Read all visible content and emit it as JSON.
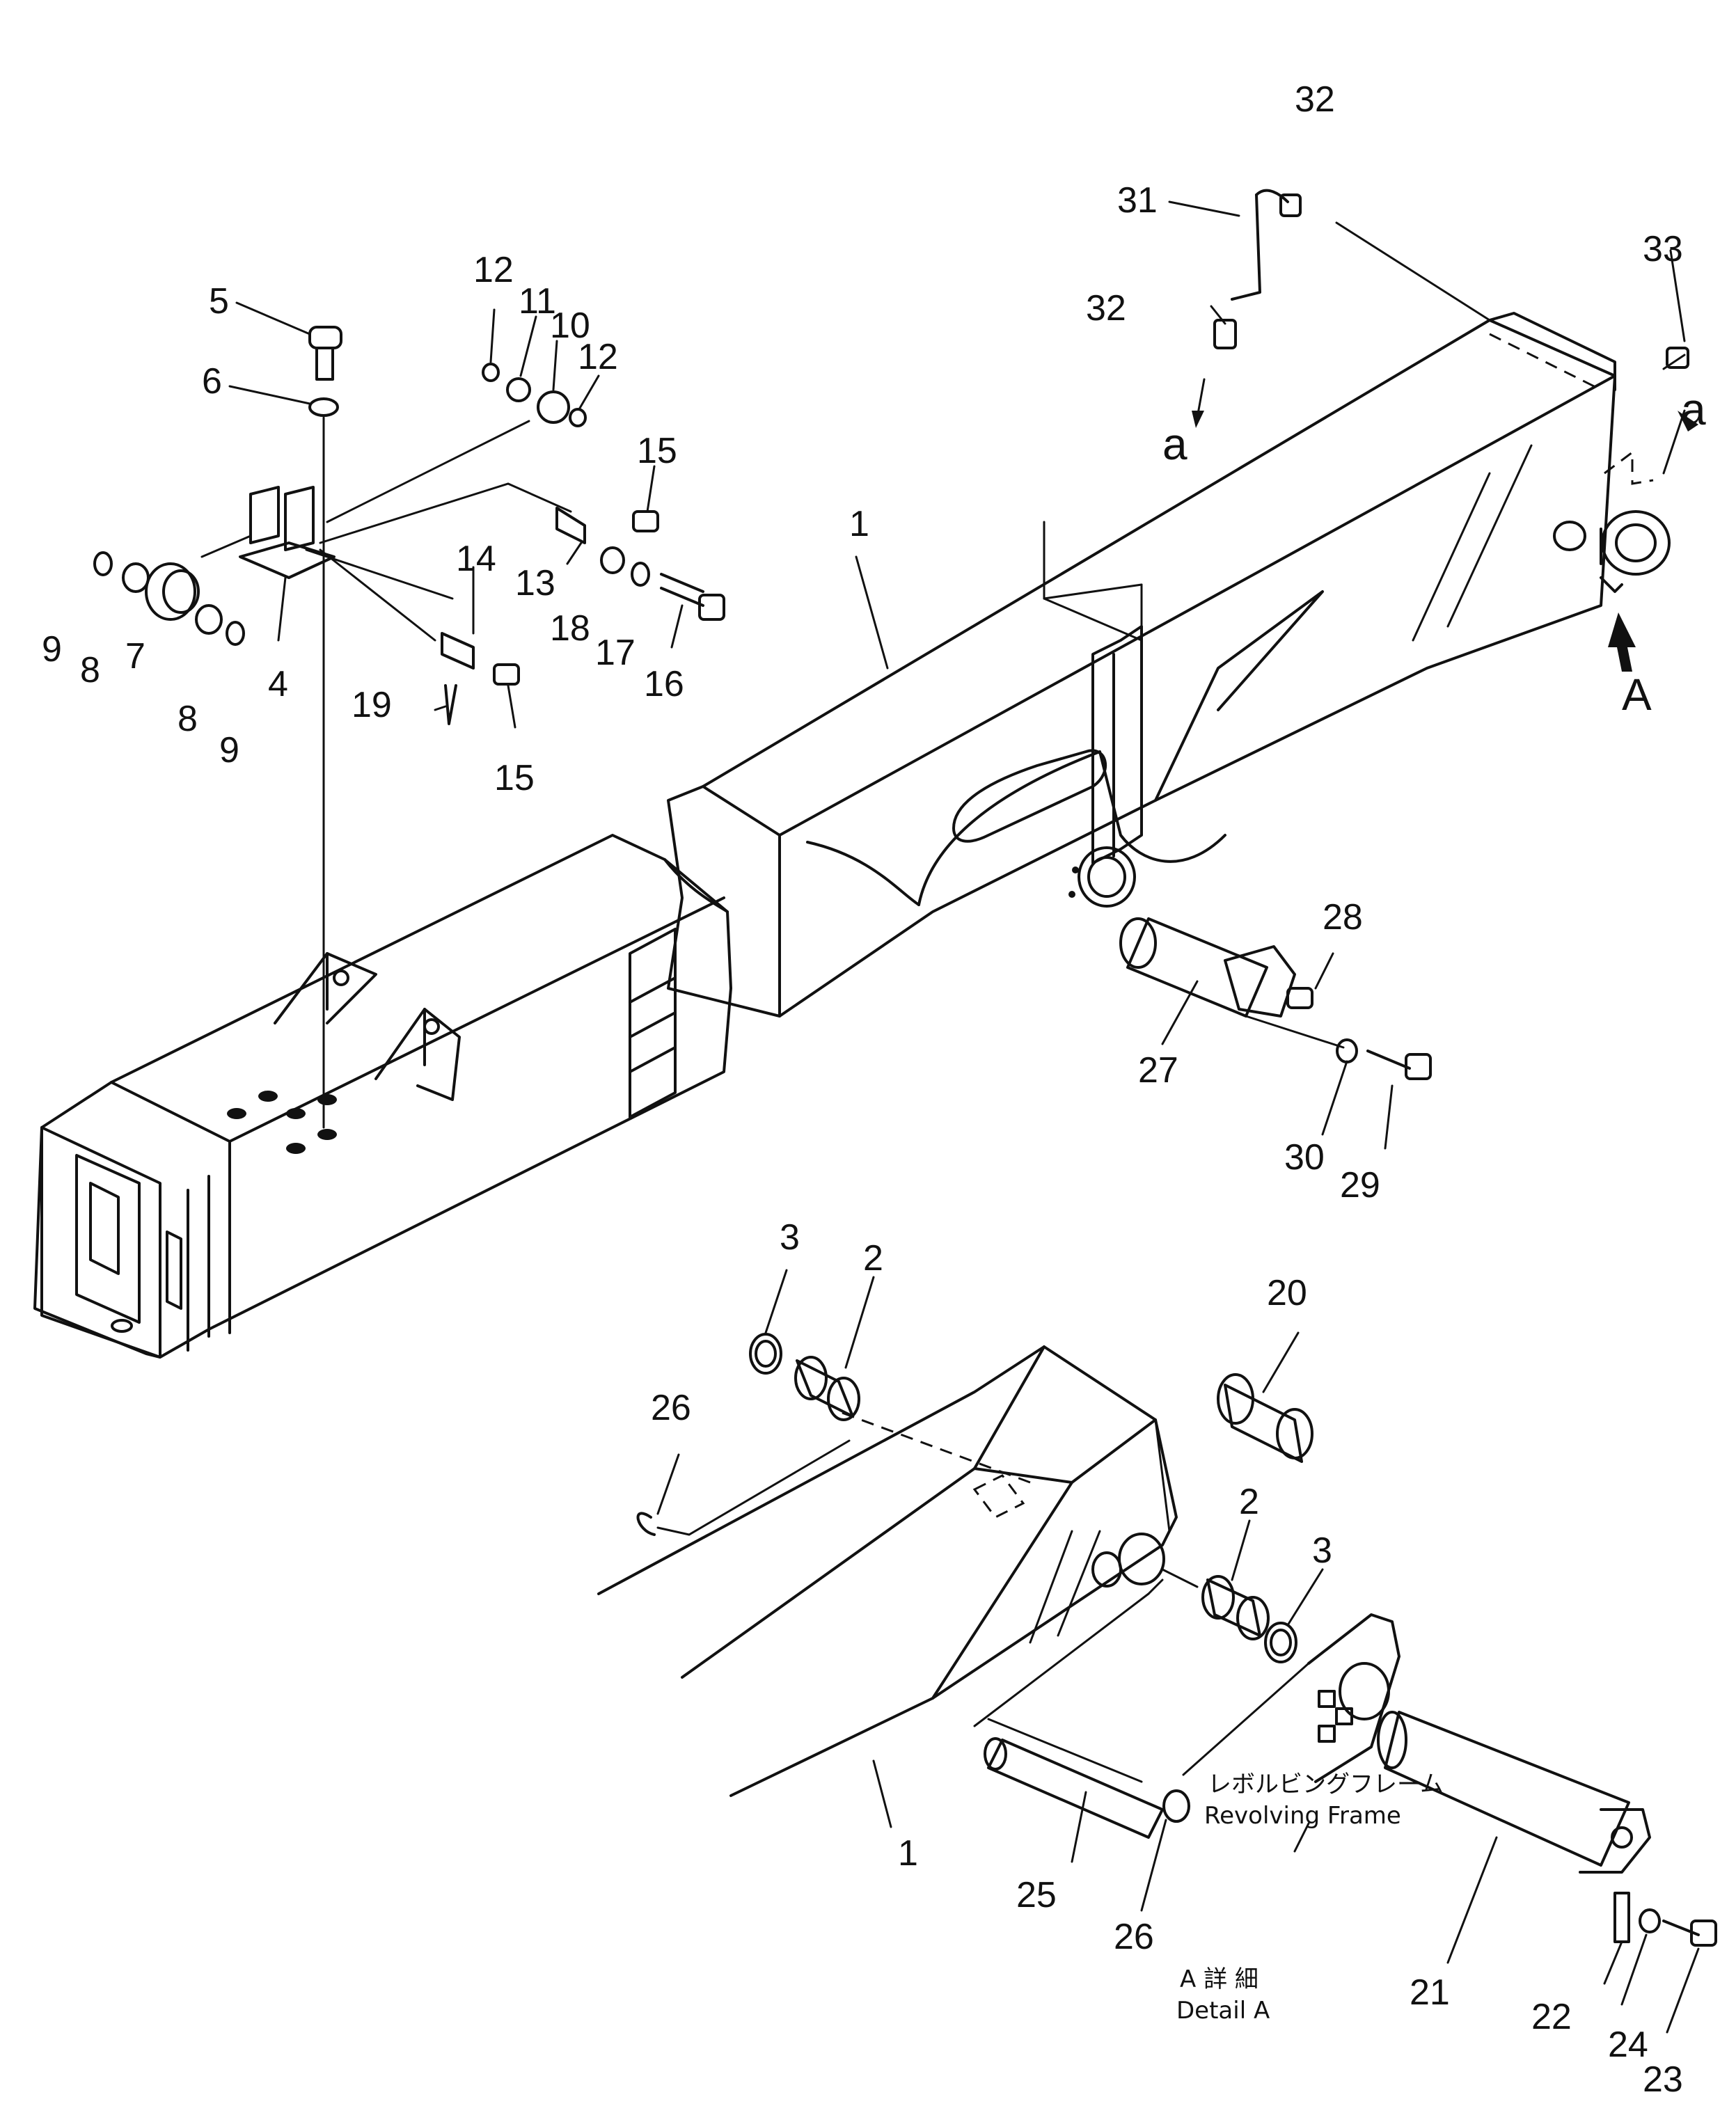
{
  "labels": [
    {
      "id": "c1",
      "text": "1"
    },
    {
      "id": "c2",
      "text": "1"
    },
    {
      "id": "c3",
      "text": "2"
    },
    {
      "id": "c4",
      "text": "2"
    },
    {
      "id": "c5",
      "text": "3"
    },
    {
      "id": "c6",
      "text": "3"
    },
    {
      "id": "c7",
      "text": "4"
    },
    {
      "id": "c8",
      "text": "5"
    },
    {
      "id": "c9",
      "text": "6"
    },
    {
      "id": "c10",
      "text": "7"
    },
    {
      "id": "c11",
      "text": "8"
    },
    {
      "id": "c12",
      "text": "8"
    },
    {
      "id": "c13",
      "text": "9"
    },
    {
      "id": "c14",
      "text": "9"
    },
    {
      "id": "c15",
      "text": "10"
    },
    {
      "id": "c16",
      "text": "11"
    },
    {
      "id": "c17",
      "text": "12"
    },
    {
      "id": "c18",
      "text": "12"
    },
    {
      "id": "c19",
      "text": "13"
    },
    {
      "id": "c20",
      "text": "14"
    },
    {
      "id": "c21",
      "text": "15"
    },
    {
      "id": "c22",
      "text": "15"
    },
    {
      "id": "c23",
      "text": "16"
    },
    {
      "id": "c24",
      "text": "17"
    },
    {
      "id": "c25",
      "text": "18"
    },
    {
      "id": "c26",
      "text": "19"
    },
    {
      "id": "c27",
      "text": "20"
    },
    {
      "id": "c28",
      "text": "21"
    },
    {
      "id": "c29",
      "text": "22"
    },
    {
      "id": "c30",
      "text": "23"
    },
    {
      "id": "c31",
      "text": "24"
    },
    {
      "id": "c32",
      "text": "25"
    },
    {
      "id": "c33",
      "text": "26"
    },
    {
      "id": "c34",
      "text": "26"
    },
    {
      "id": "c35",
      "text": "27"
    },
    {
      "id": "c36",
      "text": "28"
    },
    {
      "id": "c37",
      "text": "29"
    },
    {
      "id": "c38",
      "text": "30"
    },
    {
      "id": "c39",
      "text": "31"
    },
    {
      "id": "c40",
      "text": "32"
    },
    {
      "id": "c41",
      "text": "32"
    },
    {
      "id": "c42",
      "text": "33"
    },
    {
      "id": "c43",
      "text": "a"
    },
    {
      "id": "c44",
      "text": "a"
    },
    {
      "id": "c45",
      "text": "A"
    }
  ],
  "notes": {
    "revolving_frame_jp": "レボルビングフレーム",
    "revolving_frame_en": "Revolving  Frame",
    "detail_jp": "A 詳 細",
    "detail_en": "Detail A"
  }
}
